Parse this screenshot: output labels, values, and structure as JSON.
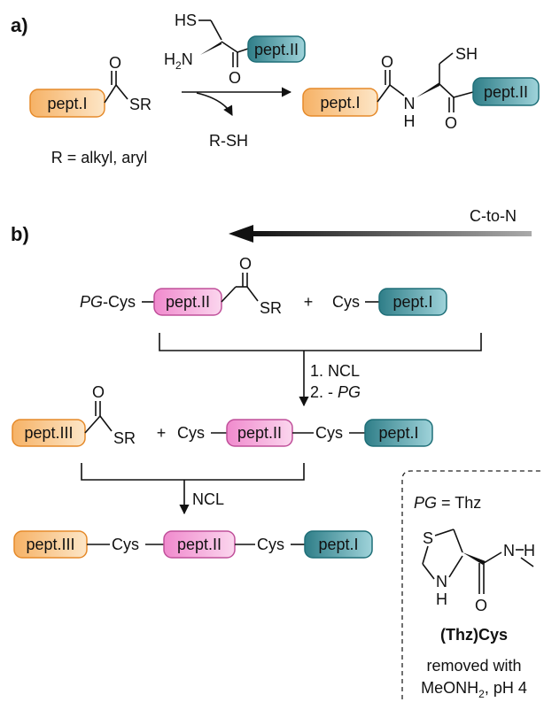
{
  "panel_a": {
    "label": "a)",
    "reactant_block": "pept.I",
    "reactant_carbonyl_o": "O",
    "reactant_sr": "SR",
    "cys_hs": "HS",
    "cys_h2n": "H",
    "cys_h2n_sub": "2",
    "cys_h2n_n": "N",
    "cys_o": "O",
    "cys_block": "pept.II",
    "byproduct": "R-SH",
    "r_definition": "R = alkyl, aryl",
    "product_block_1": "pept.I",
    "product_o1": "O",
    "product_nh_n": "N",
    "product_nh_h": "H",
    "product_sh": "SH",
    "product_o2": "O",
    "product_block_2": "pept.II"
  },
  "panel_b": {
    "label": "b)",
    "direction": "C-to-N",
    "row1": {
      "pg": "PG",
      "cys_prefix": "-Cys",
      "block_1": "pept.II",
      "carbonyl_o": "O",
      "sr": "SR",
      "plus": "+",
      "cys": "Cys",
      "block_2": "pept.I"
    },
    "step1": "1. NCL",
    "step2_prefix": "2. - ",
    "step2_pg": "PG",
    "row2": {
      "block_1": "pept.III",
      "carbonyl_o": "O",
      "sr": "SR",
      "plus": "+",
      "cys_1": "Cys",
      "block_2": "pept.II",
      "cys_2": "Cys",
      "block_3": "pept.I"
    },
    "step3": "NCL",
    "row3": {
      "block_1": "pept.III",
      "cys_1": "Cys",
      "block_2": "pept.II",
      "cys_2": "Cys",
      "block_3": "pept.I"
    }
  },
  "inset": {
    "pg_label": "PG",
    "pg_value": " = Thz",
    "ring_s": "S",
    "ring_n": "N",
    "ring_h": "H",
    "amide_n": "N",
    "amide_h": "H",
    "amide_o": "O",
    "name": "(Thz)Cys",
    "note_1": "removed with",
    "note_2_prefix": "MeONH",
    "note_2_sub": "2",
    "note_2_suffix": ", pH 4"
  },
  "colors": {
    "orange": "#fbd39d",
    "teal": "#4ba6b1",
    "pink": "#f3a7d9"
  }
}
